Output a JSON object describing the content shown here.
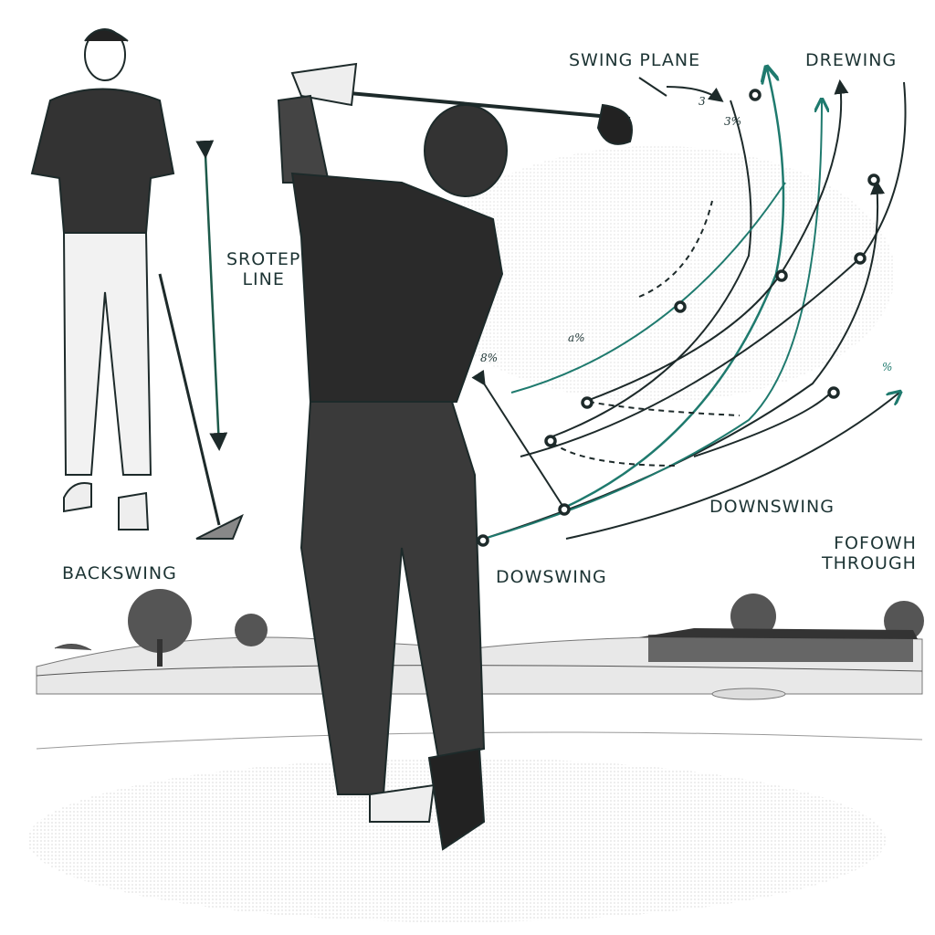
{
  "labels": {
    "swing_plane": "SWING PLANE",
    "drewing": "DREWING",
    "srotep_line": "SROTEP\nLINE",
    "backswing": "BACKSWING",
    "dowswing": "DOWSWING",
    "downswing": "DOWNSWING",
    "follow_through": "FOFOWH\nTHROUGH"
  },
  "annotations": [
    "8%",
    "a%",
    "3",
    "3%",
    "%"
  ],
  "colors": {
    "ink": "#1d2a2a",
    "teal": "#1f7a6e",
    "label": "#1d3434"
  }
}
